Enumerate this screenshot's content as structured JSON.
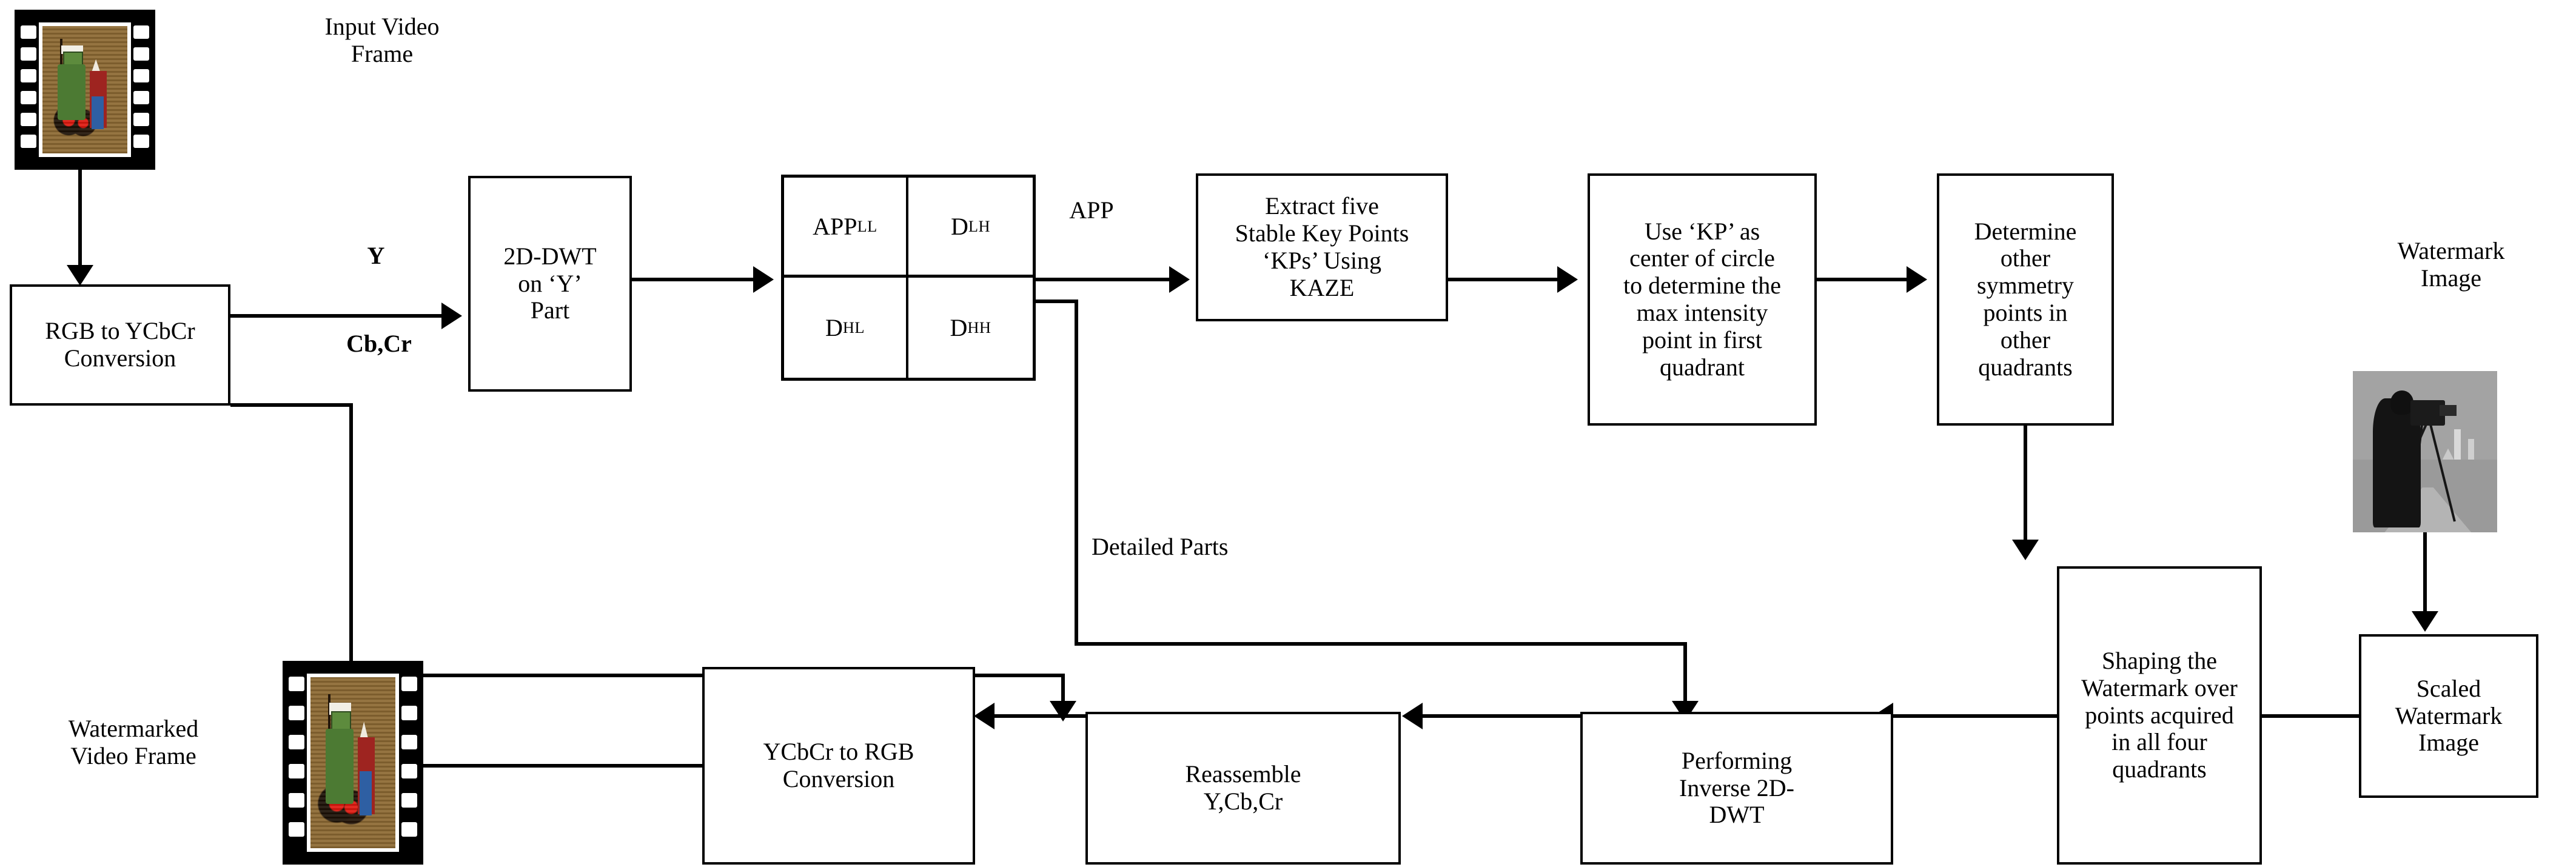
{
  "diagram": {
    "title_absent": true,
    "labels": {
      "input_video_frame": "Input Video\nFrame",
      "y_signal": "Y",
      "cbcr_signal": "Cb,Cr",
      "app_signal": "APP",
      "detailed_parts": "Detailed Parts",
      "watermark_image": "Watermark\nImage",
      "watermarked_video_frame": "Watermarked\nVideo Frame"
    },
    "nodes": {
      "rgb_to_ycbcr": "RGB to YCbCr\nConversion",
      "dwt_on_y": "2D-DWT\non ‘Y’\nPart",
      "extract_kps": "Extract five\nStable Key Points\n‘KPs’ Using\nKAZE",
      "use_kp_center": "Use ‘KP’ as\ncenter of circle\nto determine the\nmax intensity\npoint in first\nquadrant",
      "determine_symmetry": "Determine\nother\nsymmetry\npoints in\nother\nquadrants",
      "shaping_watermark": "Shaping  the\nWatermark over\npoints acquired\nin all four\nquadrants",
      "scaled_watermark": "Scaled\nWatermark\nImage",
      "performing_inverse_dwt": "Performing\nInverse 2D-\nDWT",
      "reassemble": "Reassemble\nY,Cb,Cr",
      "ycbcr_to_rgb": "YCbCr to RGB\nConversion"
    },
    "dwt_subbands": {
      "ll_base": "APP",
      "ll_sub": "LL",
      "lh_base": "D",
      "lh_sub": "LH",
      "hl_base": "D",
      "hl_sub": "HL",
      "hh_base": "D",
      "hh_sub": "HH"
    },
    "colors": {
      "stroke": "#000000",
      "background": "#ffffff",
      "box_fill": "#ffffff"
    }
  }
}
